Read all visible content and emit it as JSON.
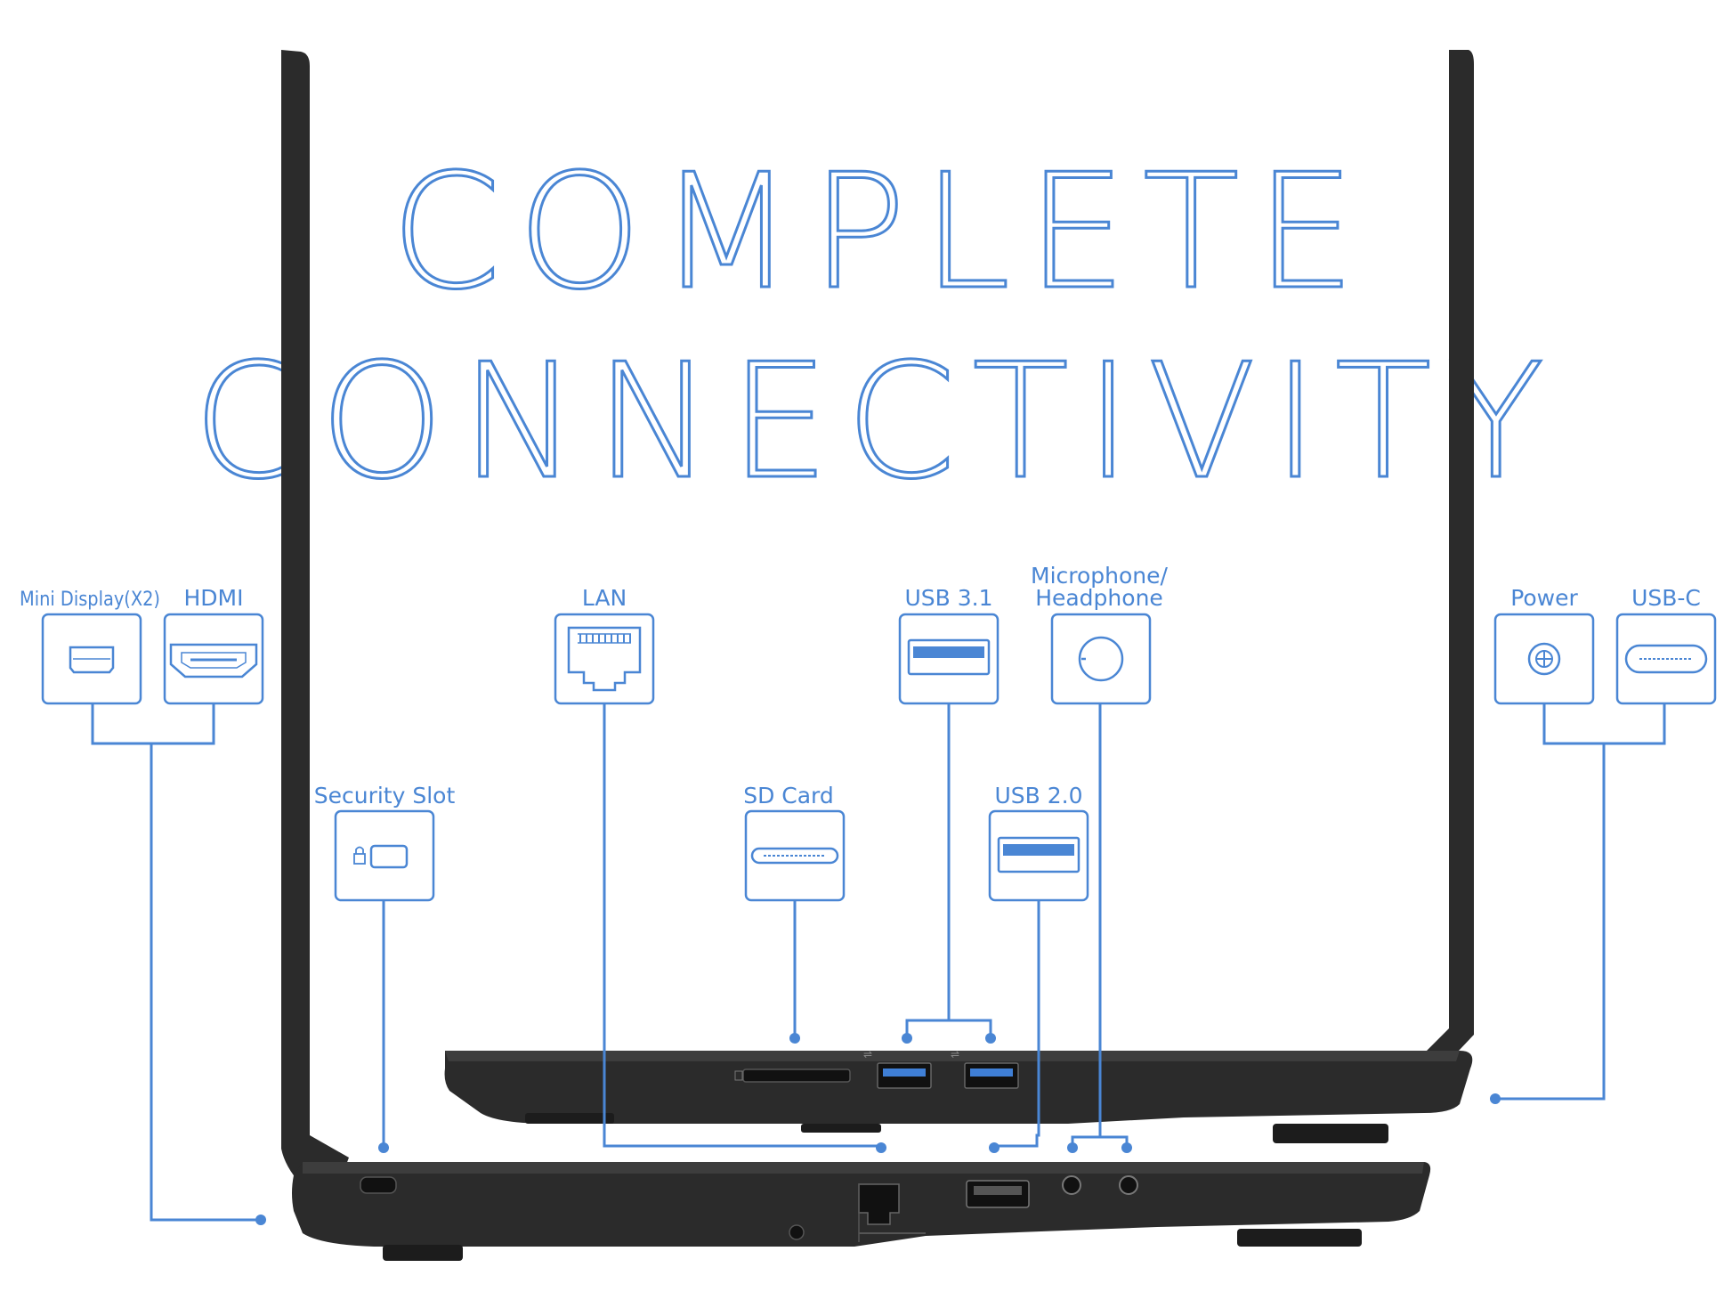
{
  "headline": {
    "line1": "COMPLETE",
    "line2": "CONNECTIVITY"
  },
  "colors": {
    "accent": "#4a86d4",
    "laptop": "#2b2b2b",
    "laptop_edge": "#3d3d3d",
    "background": "#ffffff"
  },
  "ports": {
    "mini_display": {
      "label": "Mini Display(X2)",
      "icon": "mini-displayport-icon"
    },
    "hdmi": {
      "label": "HDMI",
      "icon": "hdmi-icon"
    },
    "lan": {
      "label": "LAN",
      "icon": "ethernet-icon"
    },
    "usb31": {
      "label": "USB 3.1",
      "icon": "usb-a-icon"
    },
    "mic_headphone": {
      "label_line1": "Microphone/",
      "label_line2": "Headphone",
      "icon": "audio-jack-icon"
    },
    "power": {
      "label": "Power",
      "icon": "power-jack-icon"
    },
    "usbc": {
      "label": "USB-C",
      "icon": "usb-c-icon"
    },
    "security": {
      "label": "Security Slot",
      "icon": "lock-slot-icon"
    },
    "sdcard": {
      "label": "SD Card",
      "icon": "sd-card-icon"
    },
    "usb20": {
      "label": "USB 2.0",
      "icon": "usb-a-icon"
    }
  }
}
